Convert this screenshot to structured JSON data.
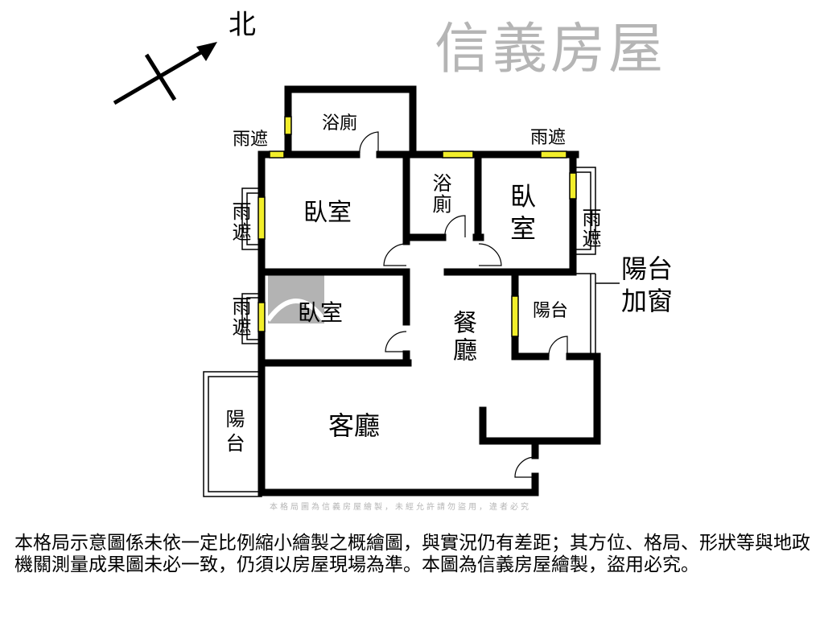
{
  "compass": {
    "label": "北"
  },
  "rooms": {
    "bath_top": "浴廁",
    "bath_mid": "浴廁",
    "bedroom_main": "臥室",
    "bedroom_right": "臥室",
    "bedroom_small": "臥室",
    "dining": "餐廳",
    "living": "客廳",
    "balcony_right": "陽台",
    "balcony_left": "陽台",
    "balcony_window": "陽台加窗",
    "canopy_top_left": "雨遮",
    "canopy_top_right": "雨遮",
    "canopy_left_1": "雨遮",
    "canopy_left_2": "雨遮",
    "canopy_right": "雨遮"
  },
  "watermark": {
    "brand": "信義房屋",
    "notice": "本格局圖為信義房屋繪製，未經允許請勿盜用，違者必究"
  },
  "colors": {
    "wall": "#000000",
    "window": "#f2ee2a",
    "watermark": "#8a8a8a"
  },
  "disclaimer": "本格局示意圖係未依一定比例縮小繪製之概繪圖，與實況仍有差距；其方位、格局、形狀等與地政機關測量成果圖未必一致，仍須以房屋現場為準。本圖為信義房屋繪製，盜用必究。"
}
